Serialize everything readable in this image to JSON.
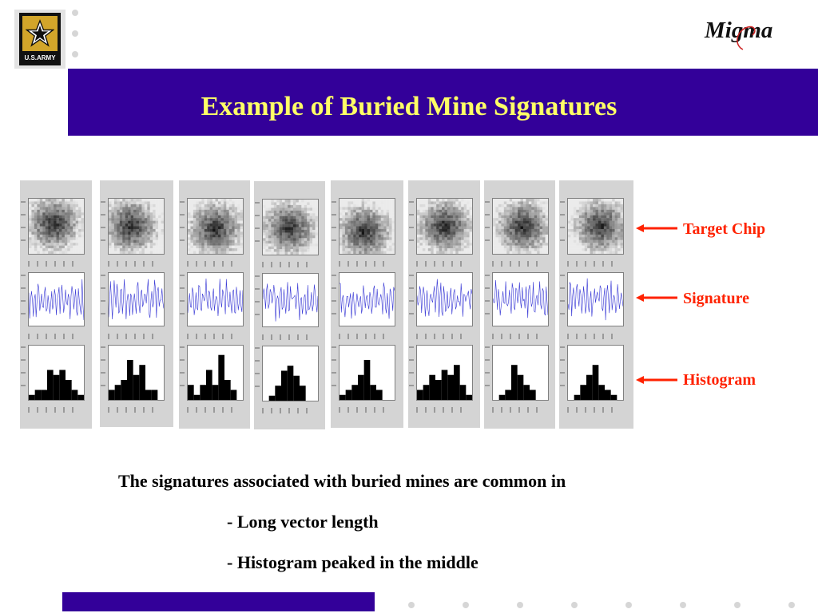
{
  "header": {
    "army_logo_text": "U.S.ARMY",
    "company_logo_text": "Migma",
    "title": "Example of Buried Mine Signatures"
  },
  "figure": {
    "panel_count": 8,
    "plots_per_panel": [
      "image",
      "waveform",
      "histogram"
    ],
    "labels": {
      "target_chip": "Target Chip",
      "signature": "Signature",
      "histogram": "Histogram"
    }
  },
  "body": {
    "main_text": "The signatures associated with buried mines are common in",
    "bullets": [
      "- Long vector length",
      "- Histogram peaked in the middle"
    ]
  },
  "colors": {
    "title_band": "#330099",
    "title_text": "#ffff66",
    "annotation": "#ff2200",
    "signature_line": "#3b3bd6"
  }
}
